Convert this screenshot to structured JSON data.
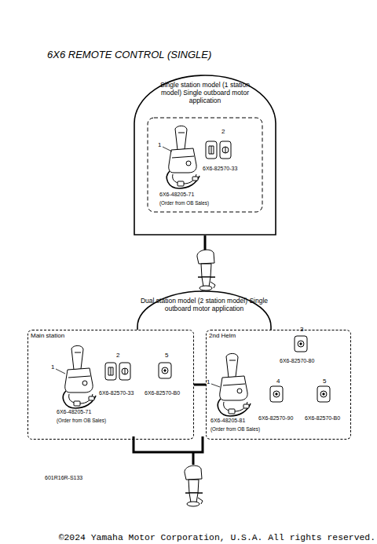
{
  "diagram": {
    "title": "6X6 REMOTE CONTROL (SINGLE)",
    "nodes": [
      {
        "text": [
          "Single station model (1 station model) Single outboard motor application"
        ]
      },
      {
        "text": [
          "Dual station model (2 station model) Single outboard motor application"
        ]
      },
      {
        "text": [
          "Main station"
        ],
        "in": 1
      },
      {
        "text": [
          "2nd Helm"
        ],
        "in": 1
      }
    ],
    "edges": [
      {
        "from": 0,
        "to": 1,
        "arrow": "none"
      },
      {
        "from": 2,
        "to": 3,
        "arrow": "none"
      }
    ],
    "labels": [
      "1",
      "2",
      "6X6-82570-33",
      "6X6-48205-71",
      "(Order from OB Sales)",
      "1",
      "2",
      "5",
      "6X6-82570-33",
      "6X6-82570-B0",
      "6X6-48205-71",
      "(Order from OB Sales)",
      "3",
      "6X6-82570-80",
      "1",
      "4",
      "5",
      "6X6-48205-81",
      "(Order from OB Sales)",
      "6X6-82570-90",
      "6X6-82570-B0",
      "601R16R-S133",
      "©2024 Yamaha Motor Corporation, U.S.A. All rights reserved."
    ]
  }
}
